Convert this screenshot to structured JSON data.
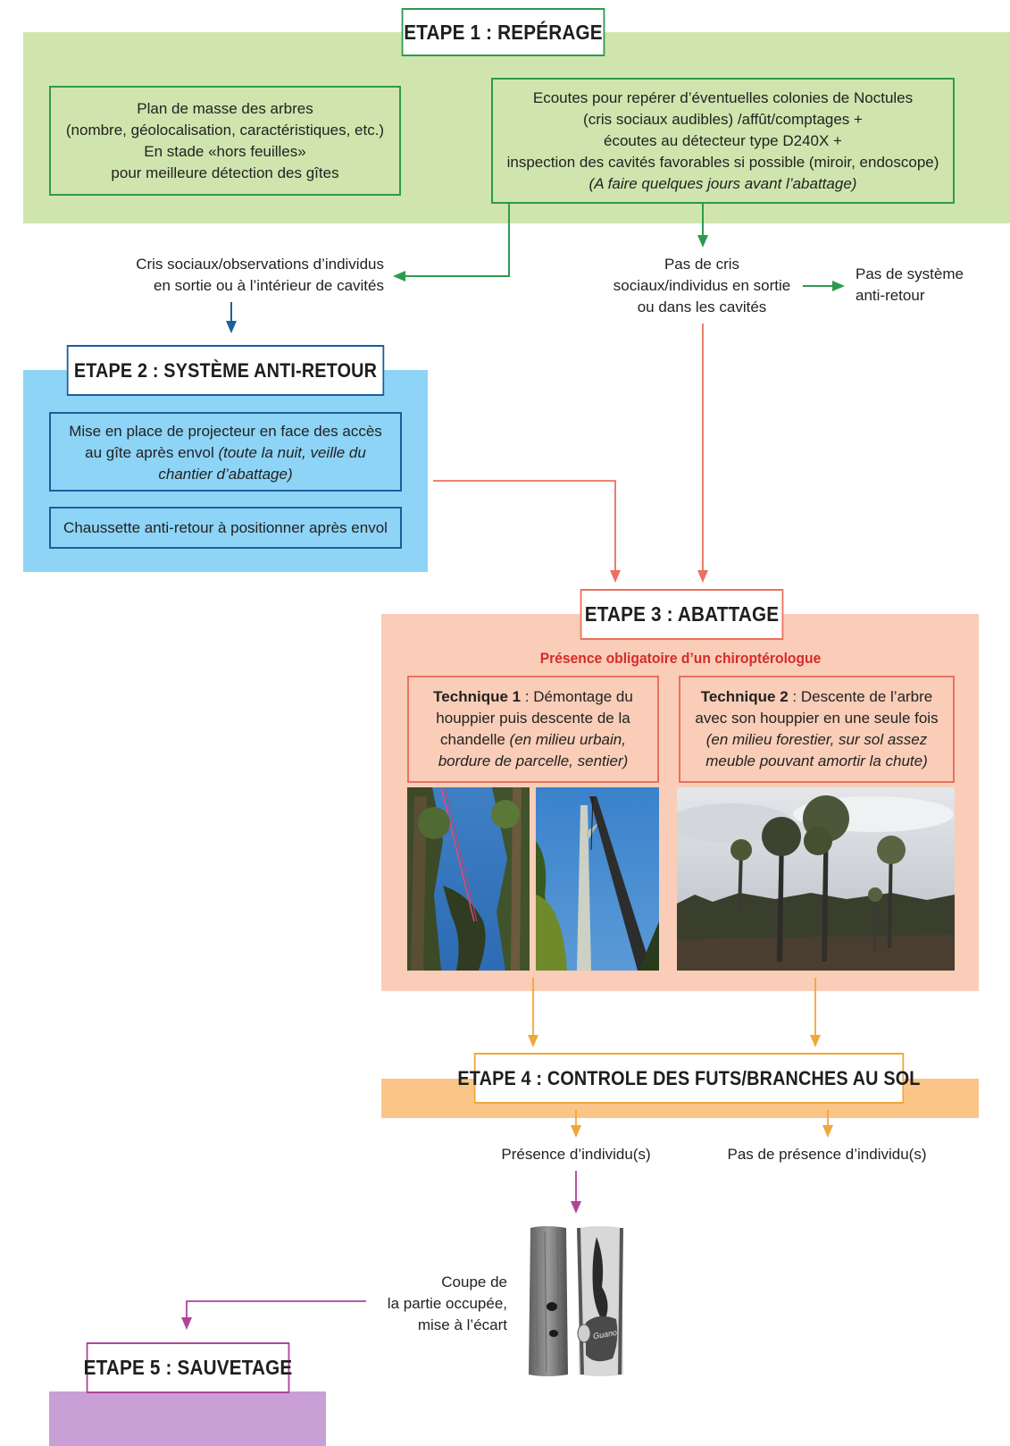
{
  "stage1": {
    "title": "ETAPE 1 : REPÉRAGE",
    "box_left": {
      "line1": "Plan de masse des arbres",
      "line2": "(nombre, géolocalisation, caractéristiques, etc.)",
      "line3": "En stade «hors feuilles»",
      "line4": "pour meilleure détection des gîtes"
    },
    "box_right": {
      "line1": "Ecoutes pour repérer d’éventuelles colonies de Noctules",
      "line2": "(cris sociaux audibles) /affût/comptages +",
      "line3": "écoutes au détecteur type D240X +",
      "line4": "inspection des cavités favorables si possible (miroir, endoscope)",
      "line5": "(A faire quelques jours avant l’abattage)"
    }
  },
  "branch_left": {
    "line1": "Cris sociaux/observations d’individus",
    "line2": "en sortie ou à l’intérieur de cavités"
  },
  "branch_middle": {
    "line1": "Pas de cris",
    "line2": "sociaux/individus en sortie",
    "line3": "ou dans les cavités"
  },
  "branch_right": {
    "line1": "Pas de système",
    "line2": "anti-retour"
  },
  "stage2": {
    "title": "ETAPE 2 : SYSTÈME ANTI-RETOUR",
    "box1_normal": "Mise en place de projecteur en face des accès au gîte après envol",
    "box1_italic": "(toute la nuit, veille du chantier d’abattage)",
    "box2": "Chaussette anti-retour à positionner après envol"
  },
  "stage3": {
    "title": "ETAPE 3 : ABATTAGE",
    "subtitle": "Présence obligatoire d’un chiroptérologue",
    "tech1_bold": "Technique 1",
    "tech1_text": " : Démontage du houppier puis descente de la chandelle ",
    "tech1_italic": "(en milieu urbain, bordure de parcelle, sentier)",
    "tech2_bold": "Technique 2",
    "tech2_text": " : Descente de l’arbre avec son houppier en une seule fois ",
    "tech2_italic": "(en milieu forestier, sur sol assez meuble pouvant amortir la chute)"
  },
  "stage4": {
    "title": "ETAPE 4 : CONTROLE DES FUTS/BRANCHES AU SOL",
    "presence": "Présence d’individu(s)",
    "no_presence": "Pas de présence d’individu(s)"
  },
  "cut": {
    "line1": "Coupe de",
    "line2": "la partie occupée,",
    "line3": "mise à l’écart",
    "guano_label": "Guano"
  },
  "stage5": {
    "title": "ETAPE 5 : SAUVETAGE"
  },
  "colors": {
    "stage1_band": "#cfe5ad",
    "stage1_border": "#2e9a4f",
    "stage2_band": "#8dd4f6",
    "stage2_border": "#1d5e9c",
    "stage3_band": "#f9cdb7",
    "stage3_border": "#e9715f",
    "stage3_subtitle": "#d62c2a",
    "stage4_band": "#fbc587",
    "stage4_border": "#f0a73a",
    "stage5_band": "#c8a0d6",
    "stage5_border": "#b0449a"
  }
}
